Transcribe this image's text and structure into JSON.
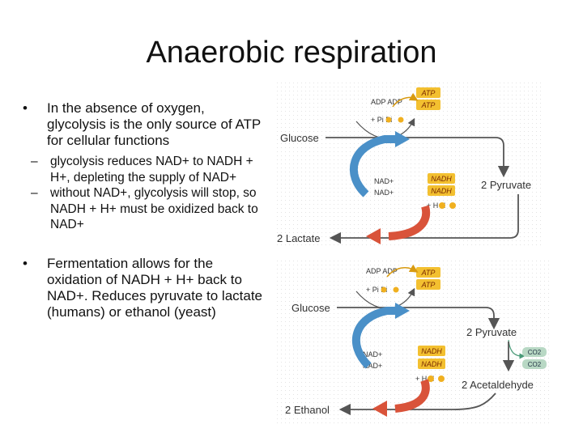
{
  "title": "Anaerobic respiration",
  "bullets": {
    "b1": "In the absence of oxygen, glycolysis is the only source of ATP for cellular functions",
    "sub1": "glycolysis reduces NAD+ to NADH + H+, depleting the supply of NAD+",
    "sub2": "without NAD+, glycolysis will stop, so NADH + H+ must be oxidized back to NAD+",
    "b2": "Fermentation allows for the oxidation of NADH + H+ back to NAD+. Reduces pyruvate to lactate (humans) or ethanol (yeast)",
    "bullet_glyph": "•",
    "dash_glyph": "–"
  },
  "diagram1": {
    "adp": "ADP ADP",
    "pi": "+ Pi Pi",
    "atp1": "ATP",
    "atp2": "ATP",
    "glucose": "Glucose",
    "nad1": "NAD+",
    "nad2": "NAD+",
    "nadh1": "NADH",
    "nadh2": "NADH",
    "h": "+ H H",
    "pyruvate": "2 Pyruvate",
    "lactate": "2 Lactate"
  },
  "diagram2": {
    "adp": "ADP ADP",
    "pi": "+ Pi Pi",
    "atp1": "ATP",
    "atp2": "ATP",
    "glucose": "Glucose",
    "nad1": "NAD+",
    "nad2": "NAD+",
    "nadh1": "NADH",
    "nadh2": "NADH",
    "h": "+ H H",
    "pyruvate": "2 Pyruvate",
    "co2a": "CO2",
    "co2b": "CO2",
    "acetaldehyde": "2 Acetaldehyde",
    "ethanol": "2 Ethanol"
  },
  "colors": {
    "blue_arrow": "#4a90c8",
    "red_arrow": "#d9533a",
    "gold": "#f0b020",
    "gray_arrow": "#555555",
    "co2_green": "#b8d8c4"
  }
}
